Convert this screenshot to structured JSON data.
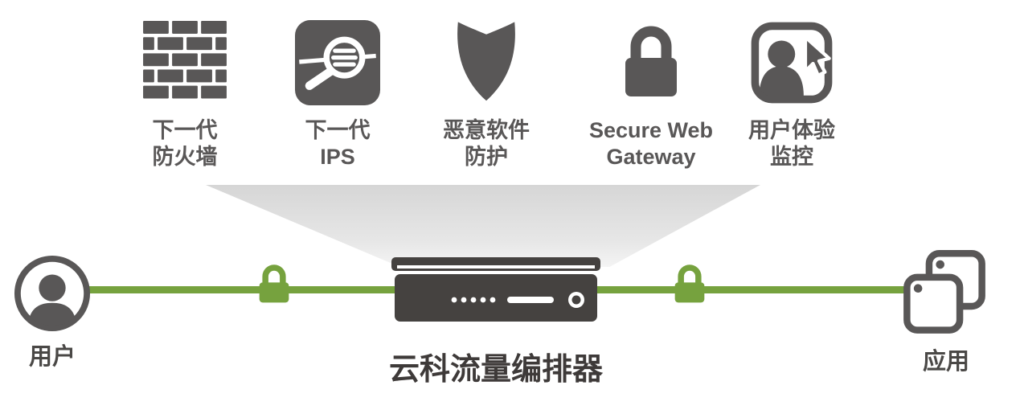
{
  "colors": {
    "dark_gray": "#595757",
    "green": "#76A23E",
    "funnel_gray": "#D6D6D6",
    "title_dark": "#3E3A39"
  },
  "services": [
    {
      "icon": "firewall-brick-wall-icon",
      "line1": "下一代",
      "line2": "防火墙"
    },
    {
      "icon": "ips-magnifier-icon",
      "line1": "下一代",
      "line2": "IPS"
    },
    {
      "icon": "malware-shield-icon",
      "line1": "恶意软件",
      "line2": "防护"
    },
    {
      "icon": "secure-web-gateway-lock-icon",
      "line1": "Secure Web",
      "line2": "Gateway"
    },
    {
      "icon": "user-experience-monitor-icon",
      "line1": "用户体验",
      "line2": "监控"
    }
  ],
  "flow": {
    "user_label": "用户",
    "orchestrator_label": "云科流量编排器",
    "app_label": "应用"
  }
}
